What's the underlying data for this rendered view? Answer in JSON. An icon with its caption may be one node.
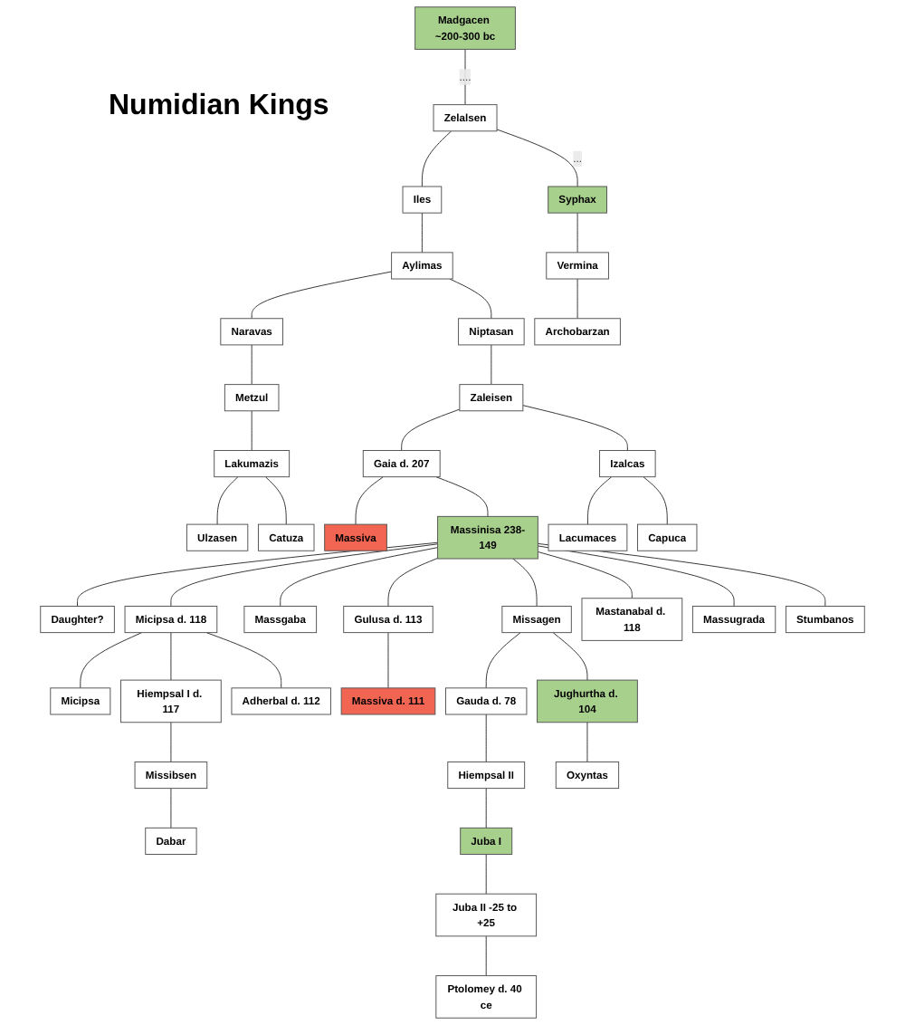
{
  "diagram": {
    "title": "Numidian Kings",
    "nodes": [
      {
        "text": [
          "Madgacen ~200-300 bc"
        ]
      },
      {
        "text": [
          "Zelalsen"
        ]
      },
      {
        "text": [
          "Iles"
        ]
      },
      {
        "text": [
          "Aylimas"
        ]
      },
      {
        "text": [
          "Naravas"
        ]
      },
      {
        "text": [
          "Niptasan"
        ]
      },
      {
        "text": [
          "Metzul"
        ]
      },
      {
        "text": [
          "Zaleisen"
        ]
      },
      {
        "text": [
          "Lakumazis"
        ]
      },
      {
        "text": [
          "Gaia d. 207"
        ]
      },
      {
        "text": [
          "Izalcas"
        ]
      },
      {
        "text": [
          "Syphax"
        ]
      },
      {
        "text": [
          "Ulzasen"
        ]
      },
      {
        "text": [
          "Catuza"
        ]
      },
      {
        "text": [
          "Massiva"
        ]
      },
      {
        "text": [
          "Massinisa 238-149"
        ]
      },
      {
        "text": [
          "Lacumaces"
        ]
      },
      {
        "text": [
          "Capuca"
        ]
      },
      {
        "text": [
          "Vermina"
        ]
      },
      {
        "text": [
          "Daughter?"
        ]
      },
      {
        "text": [
          "Micipsa d. 118"
        ]
      },
      {
        "text": [
          "Massgaba"
        ]
      },
      {
        "text": [
          "Gulusa d. 113"
        ]
      },
      {
        "text": [
          "Missagen"
        ]
      },
      {
        "text": [
          "Mastanabal d. 118"
        ]
      },
      {
        "text": [
          "Massugrada"
        ]
      },
      {
        "text": [
          "Stumbanos"
        ]
      },
      {
        "text": [
          "Archobarzan"
        ]
      },
      {
        "text": [
          "Micipsa"
        ]
      },
      {
        "text": [
          "Hiempsal I d. 117"
        ]
      },
      {
        "text": [
          "Adherbal d. 112"
        ]
      },
      {
        "text": [
          "Massiva d. 111"
        ]
      },
      {
        "text": [
          "Gauda d. 78"
        ]
      },
      {
        "text": [
          "Jughurtha d. 104"
        ]
      },
      {
        "text": [
          "Missibsen"
        ]
      },
      {
        "text": [
          "Hiempsal II"
        ]
      },
      {
        "text": [
          "Oxyntas"
        ]
      },
      {
        "text": [
          "Dabar"
        ]
      },
      {
        "text": [
          "Juba I"
        ]
      },
      {
        "text": [
          "Juba II -25 to +25"
        ]
      },
      {
        "text": [
          "Ptolomey d. 40 ce"
        ]
      }
    ],
    "edges": [
      {
        "from": 0,
        "to": 1,
        "arrow": "none",
        "label": "...."
      },
      {
        "from": 1,
        "to": 2,
        "arrow": "none"
      },
      {
        "from": 1,
        "to": 11,
        "arrow": "none",
        "label": "..."
      },
      {
        "from": 2,
        "to": 3,
        "arrow": "none"
      },
      {
        "from": 3,
        "to": 4,
        "arrow": "none"
      },
      {
        "from": 3,
        "to": 5,
        "arrow": "none"
      },
      {
        "from": 4,
        "to": 6,
        "arrow": "none"
      },
      {
        "from": 6,
        "to": 8,
        "arrow": "none"
      },
      {
        "from": 8,
        "to": 12,
        "arrow": "none"
      },
      {
        "from": 8,
        "to": 13,
        "arrow": "none"
      },
      {
        "from": 5,
        "to": 7,
        "arrow": "none"
      },
      {
        "from": 7,
        "to": 9,
        "arrow": "none"
      },
      {
        "from": 7,
        "to": 10,
        "arrow": "none"
      },
      {
        "from": 9,
        "to": 14,
        "arrow": "none"
      },
      {
        "from": 9,
        "to": 15,
        "arrow": "none"
      },
      {
        "from": 10,
        "to": 16,
        "arrow": "none"
      },
      {
        "from": 10,
        "to": 17,
        "arrow": "none"
      },
      {
        "from": 11,
        "to": 18,
        "arrow": "none"
      },
      {
        "from": 18,
        "to": 27,
        "arrow": "none"
      },
      {
        "from": 15,
        "to": 19,
        "arrow": "none"
      },
      {
        "from": 15,
        "to": 20,
        "arrow": "none"
      },
      {
        "from": 15,
        "to": 21,
        "arrow": "none"
      },
      {
        "from": 15,
        "to": 22,
        "arrow": "none"
      },
      {
        "from": 15,
        "to": 23,
        "arrow": "none"
      },
      {
        "from": 15,
        "to": 24,
        "arrow": "none"
      },
      {
        "from": 15,
        "to": 25,
        "arrow": "none"
      },
      {
        "from": 15,
        "to": 26,
        "arrow": "none"
      },
      {
        "from": 20,
        "to": 28,
        "arrow": "none"
      },
      {
        "from": 20,
        "to": 29,
        "arrow": "none"
      },
      {
        "from": 20,
        "to": 30,
        "arrow": "none"
      },
      {
        "from": 22,
        "to": 31,
        "arrow": "none"
      },
      {
        "from": 23,
        "to": 32,
        "arrow": "none"
      },
      {
        "from": 23,
        "to": 33,
        "arrow": "none"
      },
      {
        "from": 29,
        "to": 34,
        "arrow": "none"
      },
      {
        "from": 34,
        "to": 37,
        "arrow": "none"
      },
      {
        "from": 32,
        "to": 35,
        "arrow": "none"
      },
      {
        "from": 35,
        "to": 38,
        "arrow": "none"
      },
      {
        "from": 38,
        "to": 39,
        "arrow": "none"
      },
      {
        "from": 39,
        "to": 40,
        "arrow": "none"
      },
      {
        "from": 33,
        "to": 36,
        "arrow": "none"
      }
    ]
  }
}
